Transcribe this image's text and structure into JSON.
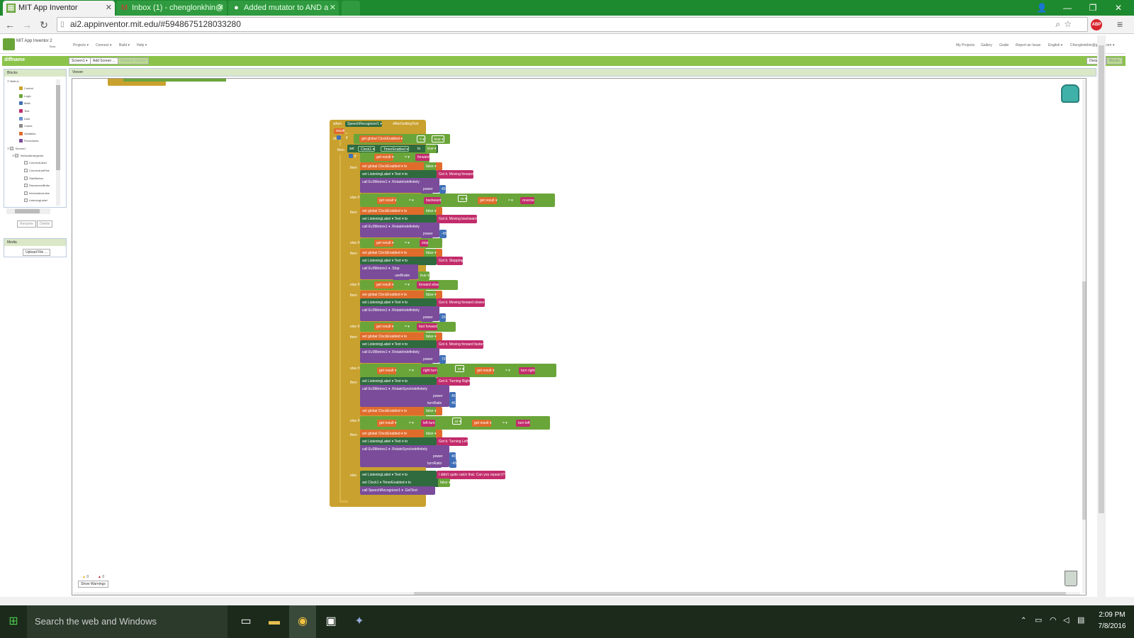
{
  "browser": {
    "tabs": [
      {
        "label": "MIT App Inventor",
        "active": true
      },
      {
        "label": "Inbox (1) - chenglonkhin@",
        "active": false
      },
      {
        "label": "Added mutator to AND a",
        "active": false
      }
    ],
    "url": "ai2.appinventor.mit.edu/#5948675128033280",
    "abp_label": "ABP"
  },
  "app": {
    "logo_line1": "MIT App Inventor 2",
    "logo_line2": "Beta",
    "menu_left": [
      "Projects ▾",
      "Connect ▾",
      "Build ▾",
      "Help ▾"
    ],
    "menu_right": [
      "My Projects",
      "Gallery",
      "Guide",
      "Report an Issue",
      "English ▾",
      "Chenglonkhin@gmail.com ▾"
    ],
    "project_name": "diffname",
    "screen_buttons": [
      "Screen1 ▾",
      "Add Screen ...",
      "Remove Screen"
    ],
    "mode_buttons": [
      "Designer",
      "Blocks"
    ]
  },
  "blocks_panel": {
    "title": "Blocks",
    "builtin_label": "Built-in",
    "builtin": [
      {
        "label": "Control",
        "color": "#c9a12e"
      },
      {
        "label": "Logic",
        "color": "#6aa53a"
      },
      {
        "label": "Math",
        "color": "#3f70b8"
      },
      {
        "label": "Text",
        "color": "#c22c6b"
      },
      {
        "label": "Lists",
        "color": "#6b8fd1"
      },
      {
        "label": "Colors",
        "color": "#888888"
      },
      {
        "label": "Variables",
        "color": "#e06c2c"
      },
      {
        "label": "Procedures",
        "color": "#7a4c9a"
      }
    ],
    "screen_label": "Screen1",
    "arrangement_label": "VerticalArrangeme",
    "components": [
      "ConnectLabel",
      "ConnectListPick",
      "StartButton",
      "DisconnectButto",
      "InformationLabe",
      "ListeningLabel"
    ],
    "rename": "Rename",
    "delete": "Delete"
  },
  "media_panel": {
    "title": "Media",
    "upload": "Upload File ..."
  },
  "viewer": {
    "title": "Viewer",
    "warnings_count": "0",
    "errors_count": "0",
    "show_warnings": "Show Warnings"
  },
  "blocks": {
    "event_when": "when",
    "event_component": "SpeechRecognizer1 ▾",
    "event_name": ".AfterGettingText",
    "param": "result",
    "do": "do",
    "if": "if",
    "then": "then",
    "else_if": "else if",
    "else": "else",
    "get": "get",
    "set": "set",
    "call": "call",
    "to": "to",
    "eq": "= ▾",
    "or": "or ▾",
    "true_val": "true ▾",
    "false_val": "false ▾",
    "global_clock": "global ClockEnabled ▾",
    "result_var": "result ▾",
    "clock1": "Clock1 ▾",
    "timer_enabled": "TimerEnabled ▾",
    "listening_label": "ListeningLabel ▾",
    "text_prop": "Text ▾",
    "motors": "Ev3Motors1 ▾",
    "rotate_indef": ".RotateIndefinitely",
    "rotate_sync": ".RotateSyncIndefinitely",
    "stop": ".Stop",
    "use_brake": "useBrake",
    "power": "power",
    "turn_ratio": "turnRatio",
    "speech": "SpeechRecognizer1 ▾",
    "get_text": ".GetText",
    "s_forward": "forward",
    "s_backward": "backward",
    "s_reverse": "reverse",
    "s_stop": "stop",
    "s_forward_slow": "forward slow",
    "s_fast_forward": "fast forward",
    "s_right_turn": "right turn",
    "s_turn_right": "turn right",
    "s_left_turn": "left turn",
    "s_turn_left": "turn left",
    "m_forward": "Got it. Moving forward",
    "m_backward": "Got it. Moving backward",
    "m_stopping": "Got it. Stopping",
    "m_slower": "Got it. Moving forward slower",
    "m_faster": "Got it. Moving forward faster",
    "m_right": "Got it. Turning Right",
    "m_left": "Got it. Turning Left",
    "m_repeat": "I didn't quite catch that. Can you repeat it?",
    "n40": "40",
    "n20": "20",
    "n70": "70",
    "n40b": "40",
    "n45": "45",
    "nm45": "-45"
  },
  "taskbar": {
    "search": "Search the web and Windows",
    "time": "2:09 PM",
    "date": "7/8/2016"
  }
}
